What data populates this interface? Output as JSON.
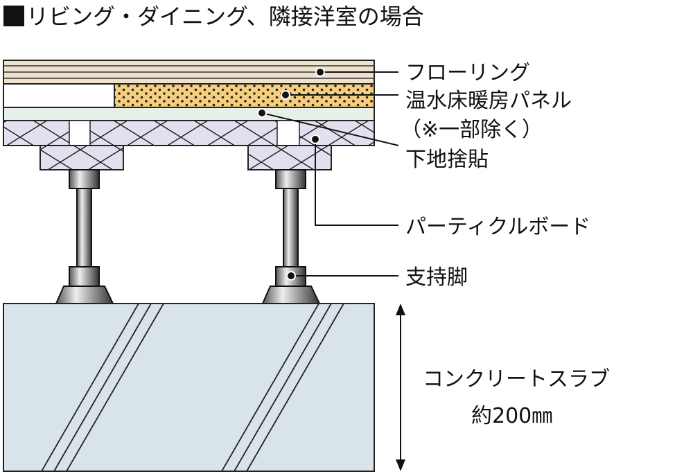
{
  "title": "リビング・ダイニング、隣接洋室の場合",
  "labels": {
    "flooring": "フローリング",
    "panel": "温水床暖房パネル",
    "panel_note": "（※一部除く）",
    "underlay": "下地捨貼",
    "particle_board": "パーティクルボード",
    "support_leg": "支持脚",
    "slab": "コンクリートスラブ",
    "slab_thickness": "約200㎜"
  },
  "colors": {
    "flooring": "#eee2cf",
    "panel": "#f6cf7e",
    "underlay": "#e6f0e8",
    "particle": "#e2e0ee",
    "slab": "#d9e3ea"
  }
}
